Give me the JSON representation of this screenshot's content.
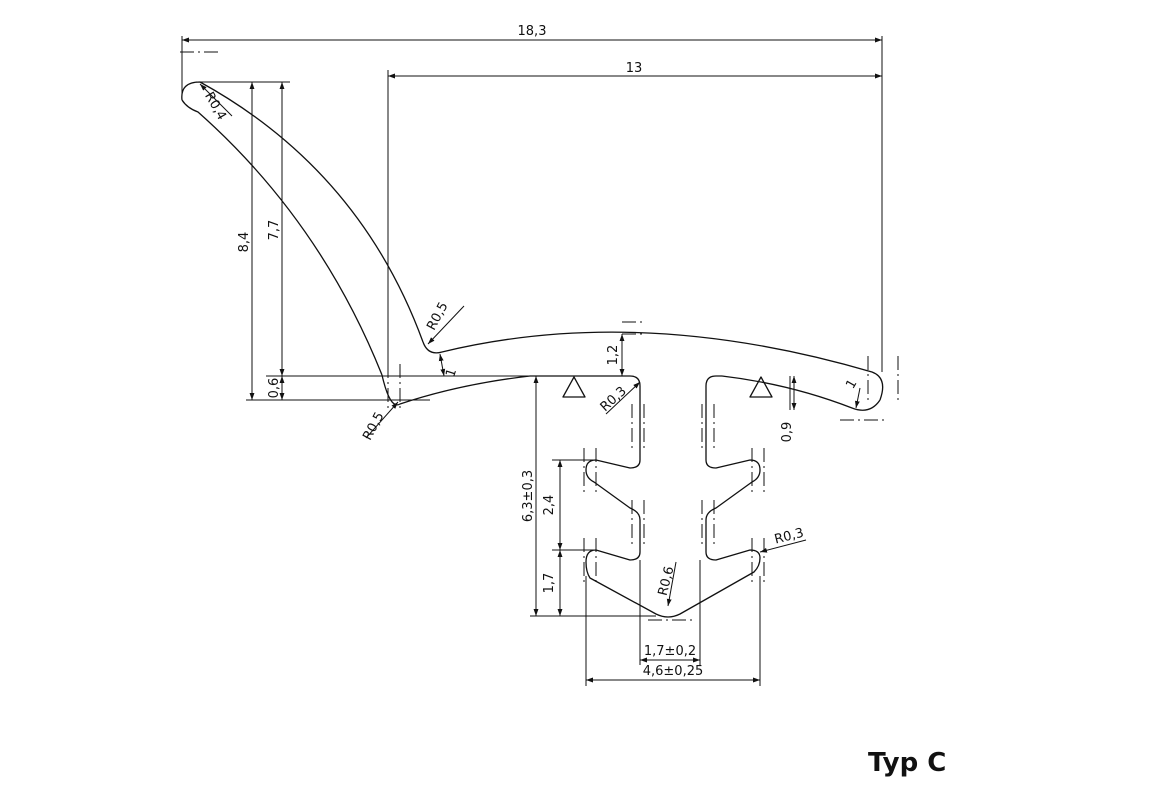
{
  "title": "Typ C",
  "dimensions": {
    "overall_width": "18,3",
    "lip_width": "13",
    "height_total": "8,4",
    "height_lip": "7,7",
    "base_thickness": "0,6",
    "top_thickness": "1,2",
    "stem_height": "6,3±0,3",
    "rib_pitch": "2,4",
    "rib_bottom": "1,7",
    "right_offset": "0,9",
    "stem_gap": "1,7±0,2",
    "rib_span": "4,6±0,25",
    "thickness_left": "1",
    "thickness_right": "1"
  },
  "radii": {
    "tip": "R0,4",
    "lip_upper": "R0,5",
    "lip_lower": "R0,5",
    "stem_top": "R0,3",
    "rib": "R0,3",
    "bottom": "R0,6"
  },
  "colors": {
    "line": "#111111",
    "background": "#ffffff"
  }
}
